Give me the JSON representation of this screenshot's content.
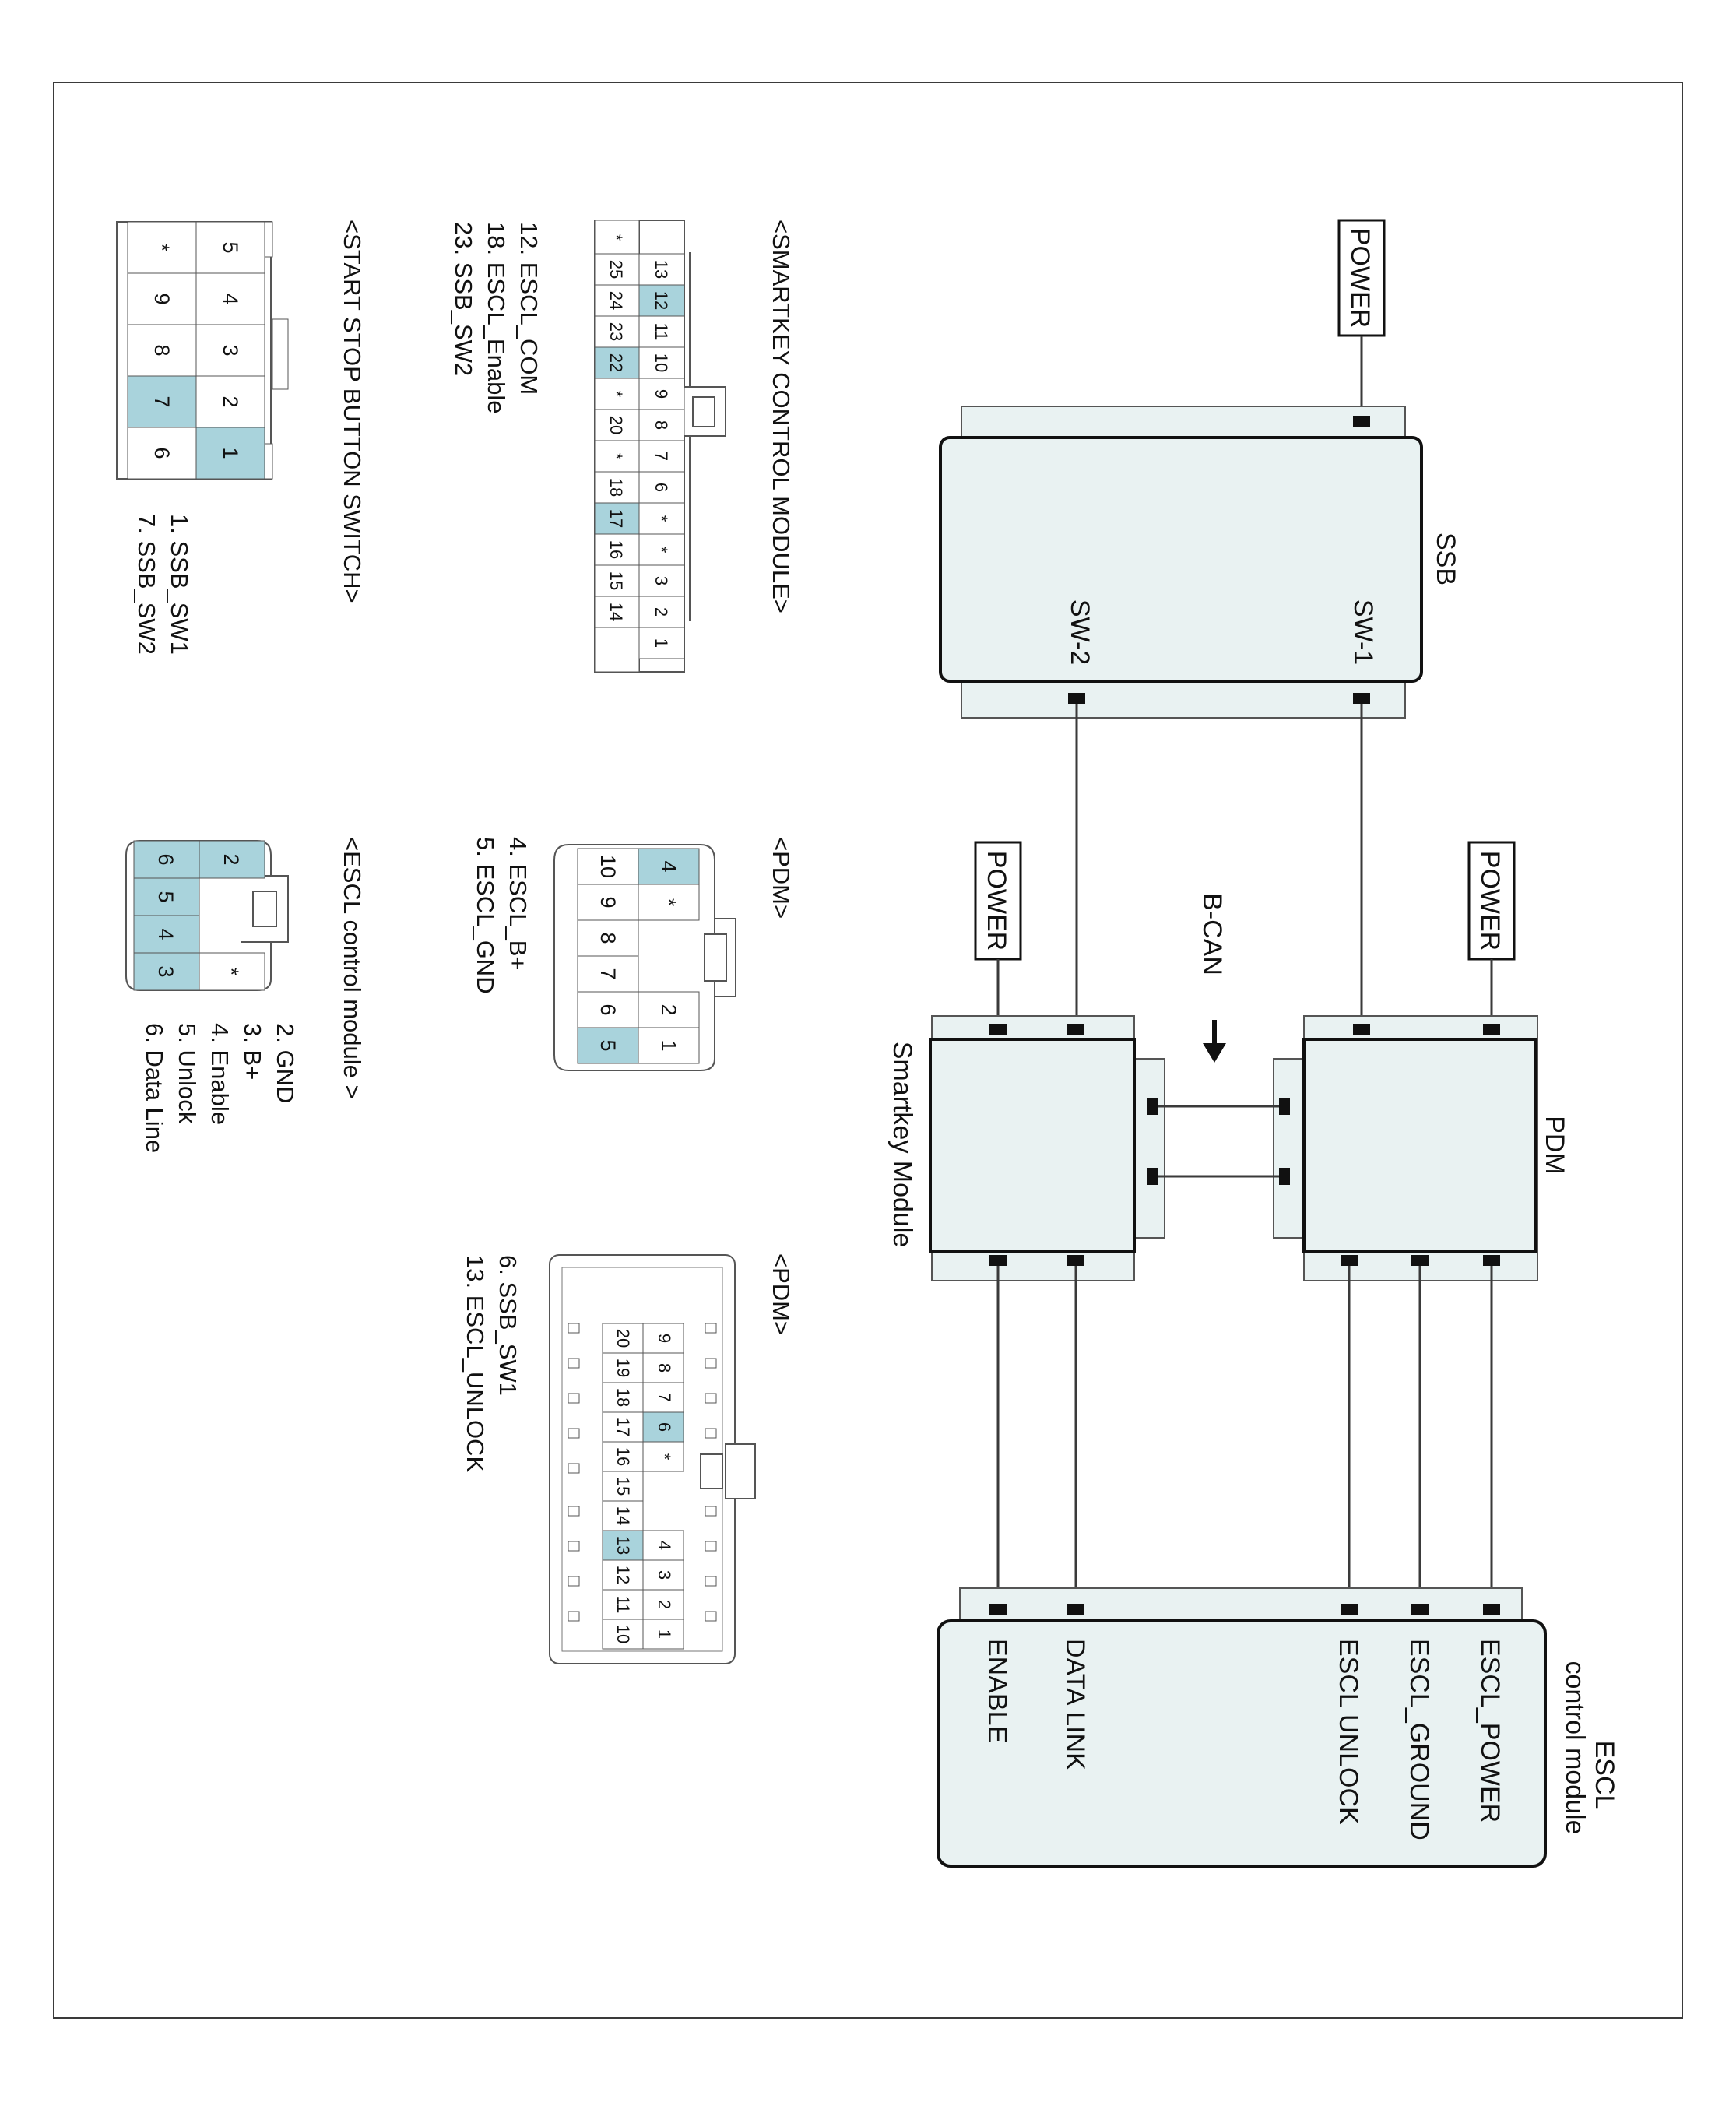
{
  "diagram": {
    "power_label": "POWER",
    "bcan_label": "B-CAN",
    "ssb": {
      "title": "SSB",
      "sw1": "SW-1",
      "sw2": "SW-2"
    },
    "pdm": {
      "title": "PDM"
    },
    "smartkey": {
      "title": "Smartkey Module"
    },
    "escl": {
      "title_line1": "ESCL",
      "title_line2": "control module",
      "pins": [
        "ESCL_POWER",
        "ESCL_GROUND",
        "ESCL UNLOCK",
        "DATA LINK",
        "ENABLE"
      ]
    }
  },
  "connectors": {
    "smartkey": {
      "title": "<SMARTKEY CONTROL MODULE>",
      "row_top": [
        "13",
        "12",
        "11",
        "10",
        "9",
        "8",
        "7",
        "6",
        "*",
        "*",
        "3",
        "2",
        "1"
      ],
      "row_bottom": [
        "*",
        "25",
        "24",
        "23",
        "22",
        "*",
        "20",
        "*",
        "18",
        "17",
        "16",
        "15",
        "14"
      ],
      "legend": [
        "12. ESCL_COM",
        "18. ESCL_Enable",
        "23. SSB_SW2"
      ]
    },
    "ssb_switch": {
      "title": "<START STOP BUTTON SWITCH>",
      "row_top": [
        "5",
        "4",
        "3",
        "2",
        "1"
      ],
      "row_bottom": [
        "*",
        "9",
        "8",
        "7",
        "6"
      ],
      "legend": [
        "1. SSB_SW1",
        "7. SSB_SW2"
      ]
    },
    "pdm_a": {
      "title": "<PDM>",
      "row_top": [
        "4",
        "*",
        "",
        "",
        "2",
        "1"
      ],
      "row_bottom": [
        "10",
        "9",
        "8",
        "7",
        "6",
        "5"
      ],
      "legend": [
        "4. ESCL_B+",
        "5. ESCL_GND"
      ]
    },
    "escl_conn": {
      "title": "<ESCL control module >",
      "row_top": [
        "2",
        "",
        "*"
      ],
      "row_bottom": [
        "6",
        "5",
        "4",
        "3"
      ],
      "legend": [
        "2. GND",
        "3. B+",
        "4. Enable",
        "5. Unlock",
        "6. Data Line"
      ]
    },
    "pdm_b": {
      "title": "<PDM>",
      "row_top": [
        "9",
        "8",
        "7",
        "6",
        "*",
        "",
        "",
        "4",
        "3",
        "2",
        "1"
      ],
      "row_bottom": [
        "20",
        "19",
        "18",
        "17",
        "16",
        "15",
        "14",
        "13",
        "12",
        "11",
        "10"
      ],
      "legend": [
        "6. SSB_SW1",
        "13. ESCL_UNLOCK"
      ]
    }
  },
  "colors": {
    "module_fill": "#e9f2f2",
    "highlight": "#a9d3dc",
    "line": "#3a3a3a"
  }
}
